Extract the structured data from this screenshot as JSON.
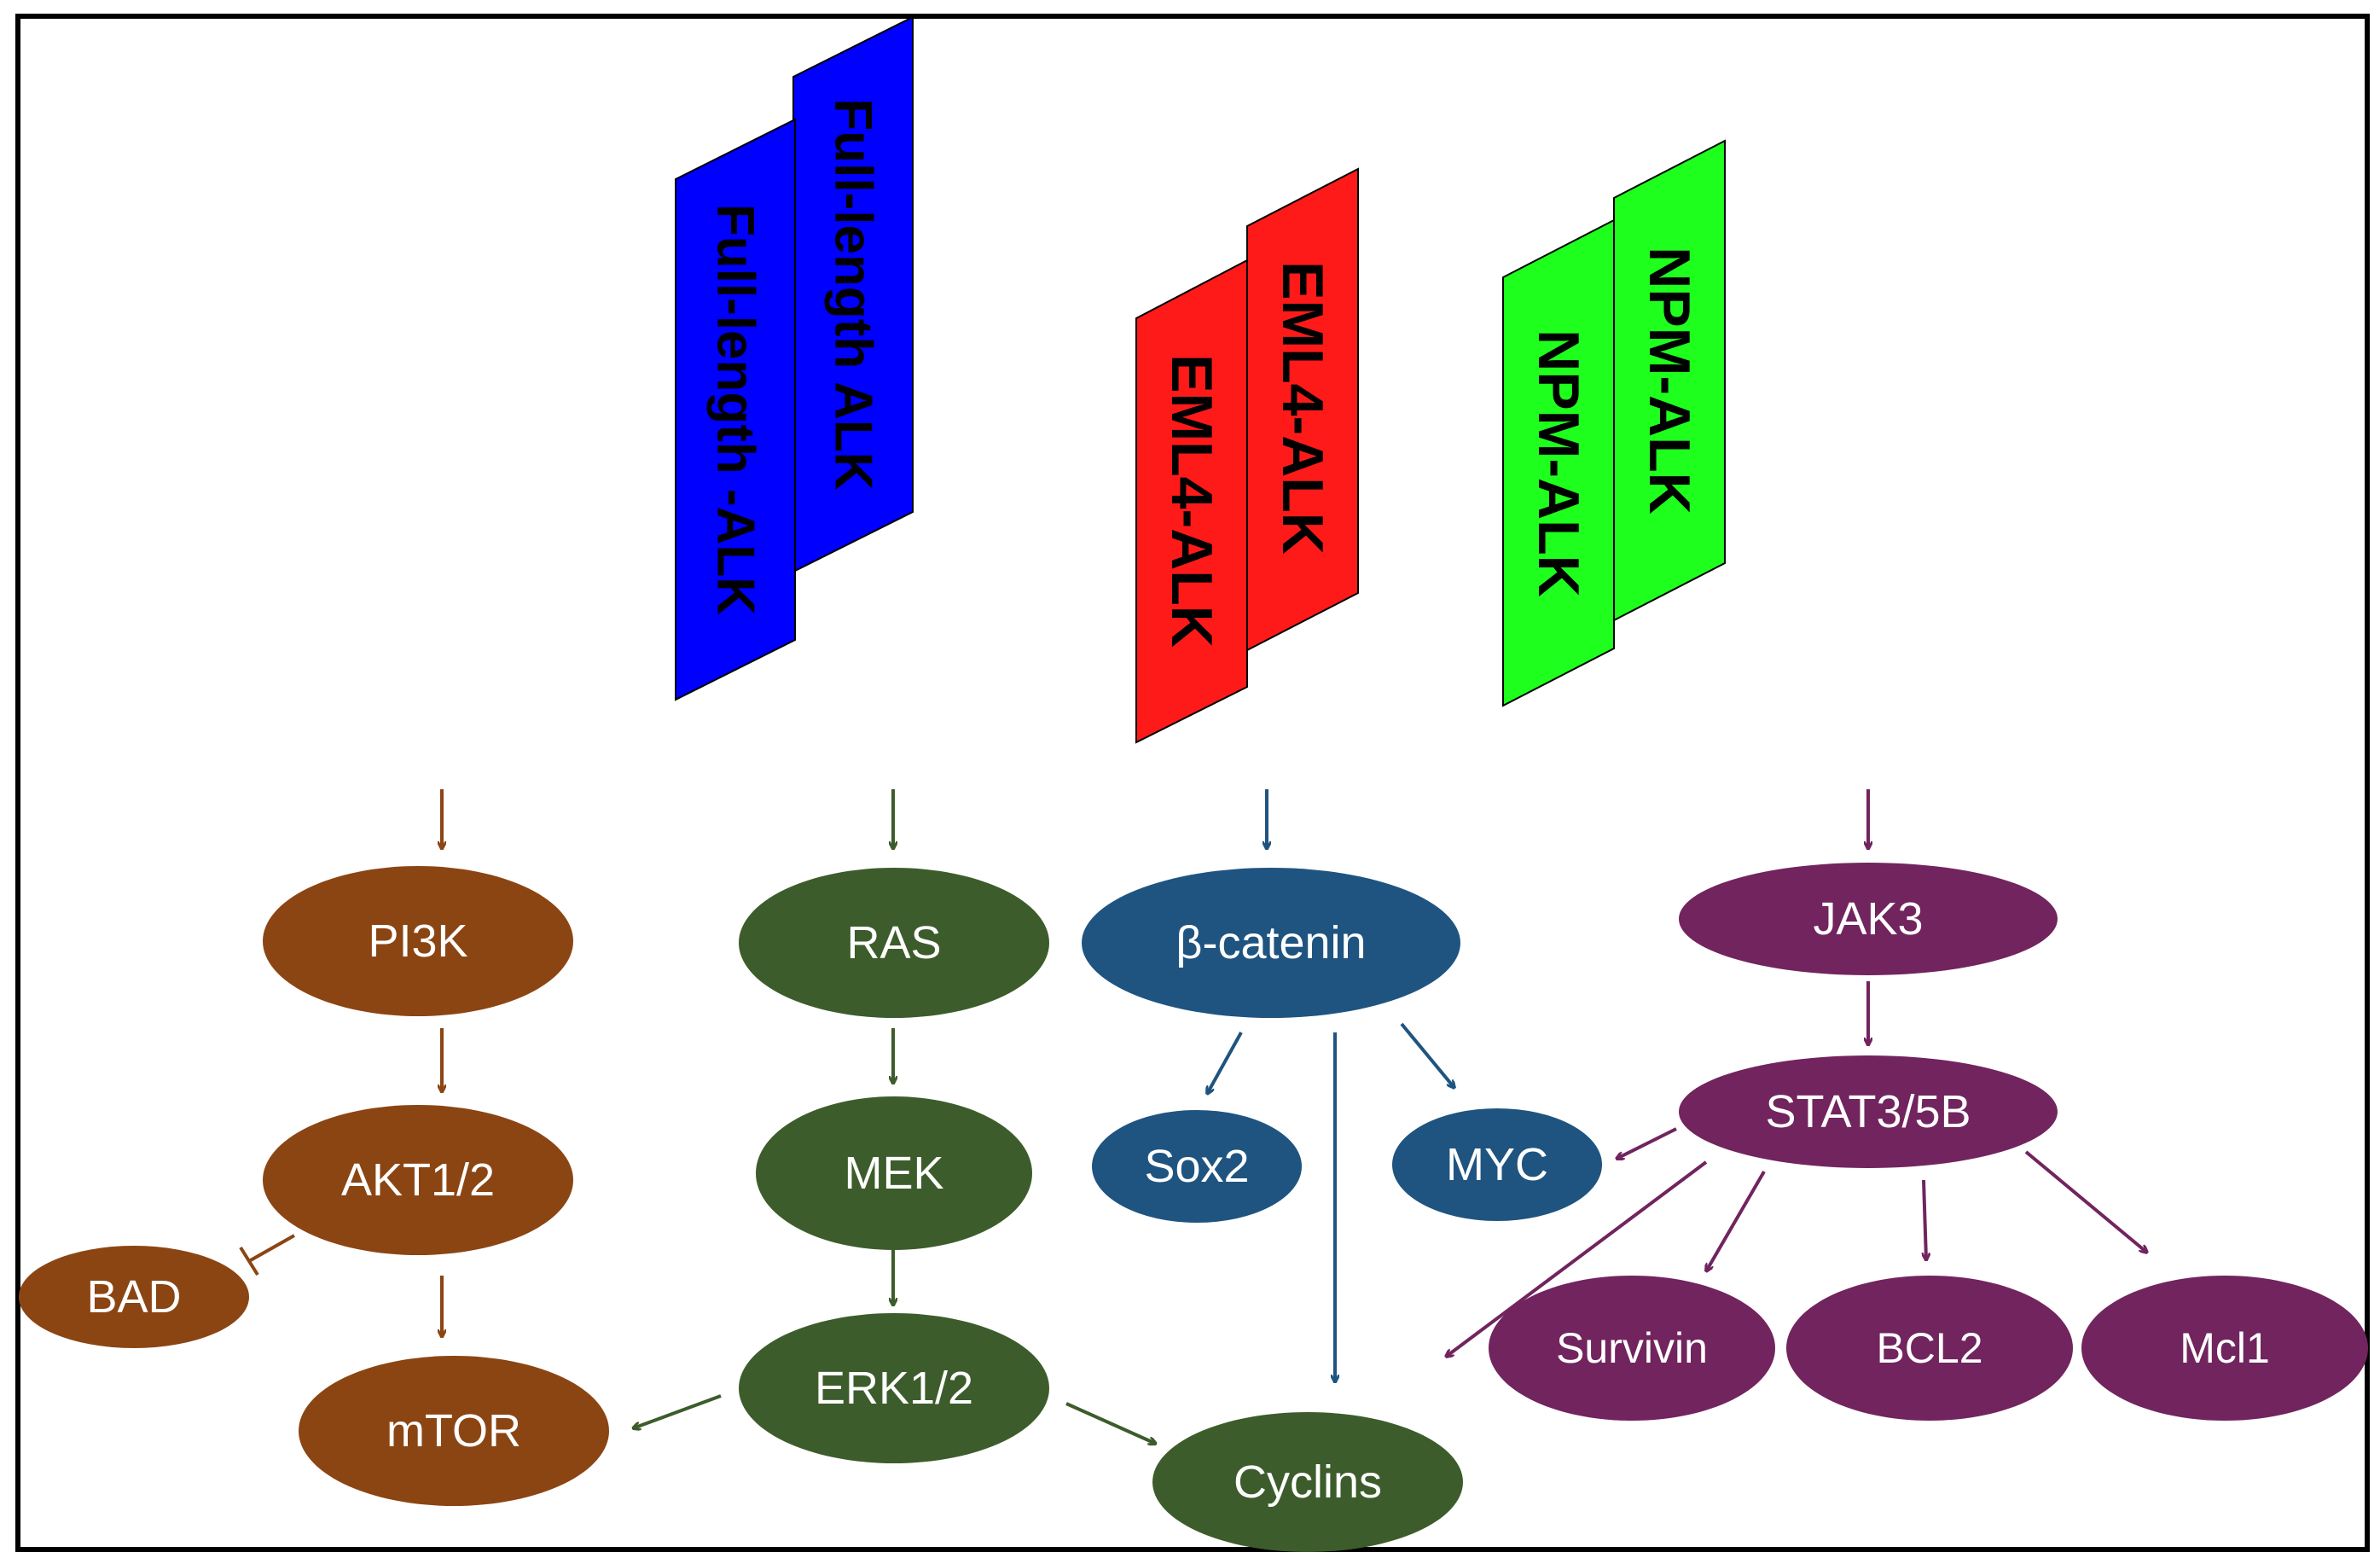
{
  "colors": {
    "pi3k_pathway": "#8b4513",
    "ras_pathway": "#3d5c2b",
    "catenin_pathway": "#1f5480",
    "jak_pathway": "#71245e",
    "full_length_alk": "#0000ff",
    "eml4_alk": "#ff1a1a",
    "npm_alk": "#1eff1e"
  },
  "receptors": {
    "full_length_front": "Full-length -ALK",
    "full_length_back": "Full-length ALK",
    "eml4_front": "EML4-ALK",
    "eml4_back": "EML4-ALK",
    "npm_front": "NPM-ALK",
    "npm_back": "NPM-ALK"
  },
  "nodes": {
    "pi3k": "PI3K",
    "akt": "AKT1/2",
    "bad": "BAD",
    "mtor": "mTOR",
    "ras": "RAS",
    "mek": "MEK",
    "erk": "ERK1/2",
    "catenin": "β-catenin",
    "sox2": "Sox2",
    "myc": "MYC",
    "cyclins": "Cyclins",
    "jak3": "JAK3",
    "stat": "STAT3/5B",
    "survivin": "Survivin",
    "bcl2": "BCL2",
    "mcl1": "Mcl1"
  }
}
